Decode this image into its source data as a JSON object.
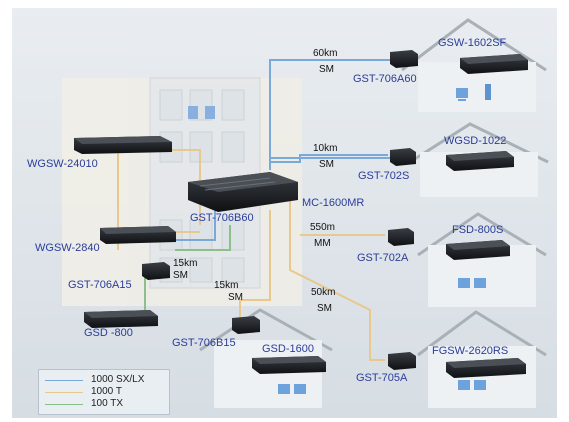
{
  "colors": {
    "sx_lx": "#78a9d8",
    "t": "#e8c88c",
    "tx": "#8cbf8c",
    "label": "#2b3d9a",
    "background": "#dfe5ea"
  },
  "devices": {
    "mc_1600mr": "MC-1600MR",
    "gst_706b60": "GST-706B60",
    "wgsw_24010": "WGSW-24010",
    "wgsw_2840": "WGSW-2840",
    "gst_706a15": "GST-706A15",
    "gsd_800": "GSD -800",
    "gst_706b15": "GST-706B15",
    "gsd_1600": "GSD-1600",
    "gst_706a60": "GST-706A60",
    "gsw_1602sf": "GSW-1602SF",
    "gst_702s": "GST-702S",
    "wgsd_1022": "WGSD-1022",
    "gst_702a": "GST-702A",
    "fsd_800s": "FSD-800S",
    "gst_705a": "GST-705A",
    "fgsw_2620rs": "FGSW-2620RS"
  },
  "links": {
    "l60": {
      "dist": "60km",
      "mode": "SM"
    },
    "l10": {
      "dist": "10km",
      "mode": "SM"
    },
    "l550": {
      "dist": "550m",
      "mode": "MM"
    },
    "l50": {
      "dist": "50km",
      "mode": "SM"
    },
    "l15a": {
      "dist": "15km",
      "mode": "SM"
    },
    "l15b": {
      "dist": "15km",
      "mode": "SM"
    }
  },
  "legend": [
    {
      "label": "1000 SX/LX",
      "color": "#78a9d8"
    },
    {
      "label": "1000 T",
      "color": "#e8c88c"
    },
    {
      "label": "100 TX",
      "color": "#8cbf8c"
    }
  ]
}
